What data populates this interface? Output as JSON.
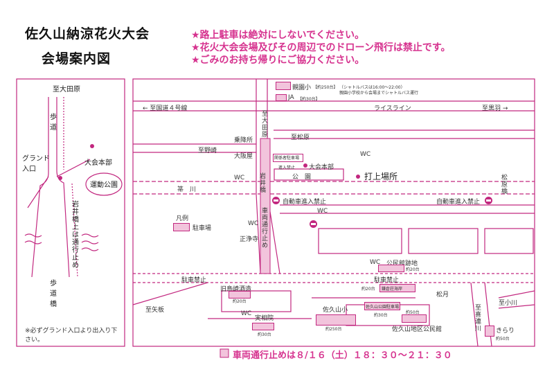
{
  "title": {
    "line1": "佐久山納涼花火大会",
    "line2": "会場案内図"
  },
  "notices": [
    "★路上駐車は絶対にしないでください。",
    "★花火大会会場及びその周辺でのドローン飛行は禁止です。",
    "★ごみのお持ち帰りにご協力ください。"
  ],
  "side_map": {
    "to_north": "至大田原",
    "sidewalk_top": "歩道",
    "grand_entrance": "グランド入口",
    "hq": "大会本部",
    "park": "運動公園",
    "bridge_closed": "岩井橋上は通行止め",
    "sidewalk_bridge": "歩道橋",
    "note": "※必ずグランド入口より出入り下さい。"
  },
  "main_map": {
    "to_route4": "← 至国道４号線",
    "rice_line": "ライスライン",
    "to_kurobane": "至黒羽 →",
    "to_ohtawara": "至大田原",
    "shuttle_stop": "乗降所",
    "matsubara": "至松原",
    "to_noazaki": "至野崎",
    "osakaya": "大阪屋",
    "staff_parking": "関係者駐車場",
    "no_entry": "進入禁止",
    "hq": "大会本部",
    "wc": "WC",
    "park": "公　園",
    "launch_site": "打上場所",
    "river": "箒　川",
    "iwai_bridge": "岩井橋",
    "matsubara_bridge": "松原橋",
    "no_vehicles_left": "自動車進入禁止",
    "no_vehicles_right": "自動車進入禁止",
    "vehicle_closed": "車両通行止め",
    "legend_title": "凡例",
    "legend_parking": "駐車場",
    "shojoji": "正浄寺",
    "koumin_ato": "公民館跡地",
    "approx20_a": "約20台",
    "no_parking_left": "駐車禁止",
    "no_parking_right": "駐車禁止",
    "kyu_shimazaki": "旧島崎酒造",
    "approx20_b": "約20台",
    "approx20_c": "約20台",
    "kamakura": "鎌倉荘海岸",
    "matsuzuki": "松月",
    "to_yaita": "至矢板",
    "jissouin": "実相院",
    "approx30_a": "約30台",
    "sakuyama_sho": "佐久山小",
    "approx250_b": "約250台",
    "sakuyama_park_parking": "佐久山公園駐車場",
    "approx30_b": "約30台",
    "approx50_a": "約50台",
    "community_hall": "佐久山地区公民館",
    "to_kitsuregawa": "至喜連川",
    "to_ogawa": "至小川",
    "kirari": "きらり",
    "approx50_b": "約50台",
    "shinkan": "親園小",
    "shinkan_count": "【約250台】",
    "shuttle_note": "（シャトルバスは16:00～22:00）",
    "shuttle_note2": "親園小学校から会場までシャトルバス運行",
    "ja": "JA",
    "ja_count": "【約30台】"
  },
  "closure": "車両通行止めは８/１６（土）１８：３０～２１：３０",
  "colors": {
    "accent": "#c2277f",
    "notice": "#d6338f",
    "parking_fill": "#f2c4dc"
  }
}
